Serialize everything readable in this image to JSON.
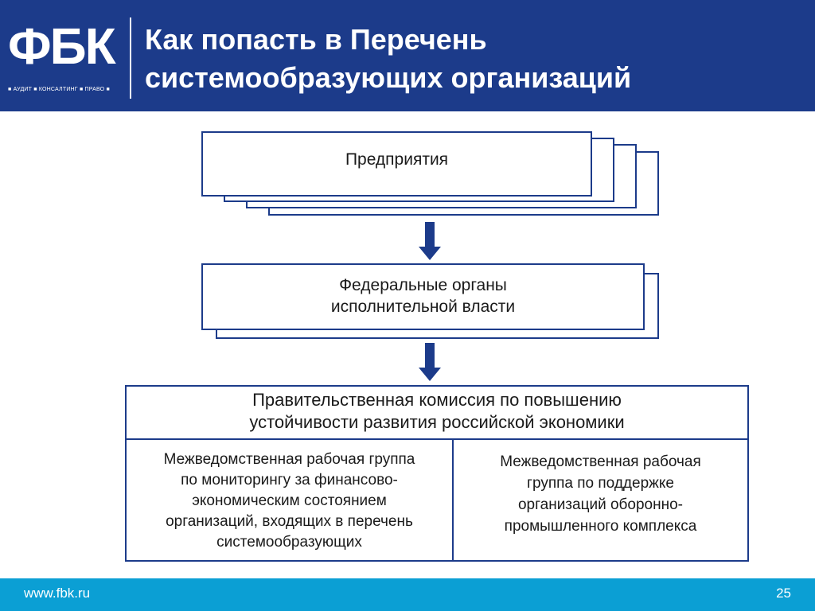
{
  "header": {
    "logo_text": "ФБК",
    "logo_tagline": "■ АУДИТ ■ КОНСАЛТИНГ ■ ПРАВО ■",
    "title_line1": "Как попасть в Перечень",
    "title_line2": "системообразующих организаций"
  },
  "diagram": {
    "enterprises": "Предприятия",
    "federal_line1": "Федеральные органы",
    "federal_line2": "исполнительной власти",
    "commission_line1": "Правительственная комиссия по повышению",
    "commission_line2": "устойчивости развития российской экономики",
    "group_left": [
      "Межведомственная рабочая группа",
      "по мониторингу за финансово-",
      "экономическим состоянием",
      "организаций, входящих в перечень",
      "системообразующих"
    ],
    "group_right": [
      "Межведомственная рабочая",
      "группа по поддержке",
      "организаций оборонно-",
      "промышленного комплекса"
    ]
  },
  "footer": {
    "url": "www.fbk.ru",
    "page_number": "25"
  },
  "colors": {
    "brand_blue": "#1c3b8a",
    "footer_blue": "#0b9fd4"
  }
}
